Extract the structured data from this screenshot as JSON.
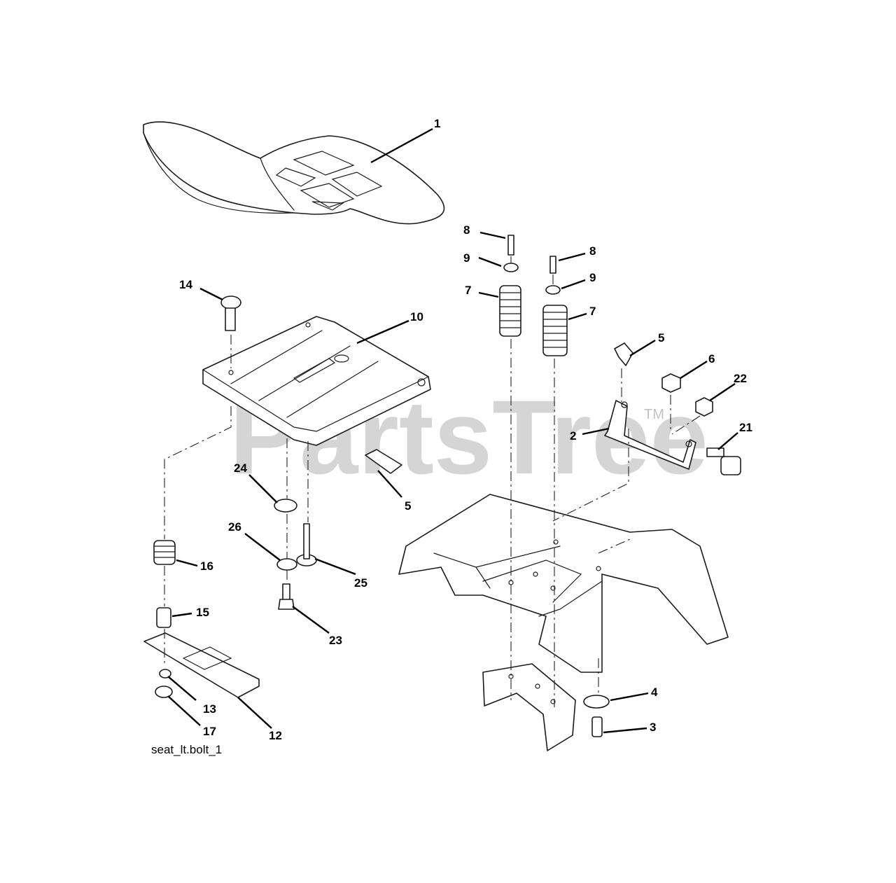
{
  "watermark": {
    "text": "PartsTree",
    "trademark": "TM"
  },
  "caption": "seat_lt.bolt_1",
  "callouts": [
    {
      "id": "c1",
      "label": "1"
    },
    {
      "id": "c14",
      "label": "14"
    },
    {
      "id": "c10",
      "label": "10"
    },
    {
      "id": "c8a",
      "label": "8"
    },
    {
      "id": "c9a",
      "label": "9"
    },
    {
      "id": "c7a",
      "label": "7"
    },
    {
      "id": "c8b",
      "label": "8"
    },
    {
      "id": "c9b",
      "label": "9"
    },
    {
      "id": "c7b",
      "label": "7"
    },
    {
      "id": "c5a",
      "label": "5"
    },
    {
      "id": "c6",
      "label": "6"
    },
    {
      "id": "c22",
      "label": "22"
    },
    {
      "id": "c2",
      "label": "2"
    },
    {
      "id": "c21",
      "label": "21"
    },
    {
      "id": "c24",
      "label": "24"
    },
    {
      "id": "c5b",
      "label": "5"
    },
    {
      "id": "c26",
      "label": "26"
    },
    {
      "id": "c25",
      "label": "25"
    },
    {
      "id": "c16",
      "label": "16"
    },
    {
      "id": "c15",
      "label": "15"
    },
    {
      "id": "c23",
      "label": "23"
    },
    {
      "id": "c4",
      "label": "4"
    },
    {
      "id": "c3",
      "label": "3"
    },
    {
      "id": "c13",
      "label": "13"
    },
    {
      "id": "c12",
      "label": "12"
    },
    {
      "id": "c17",
      "label": "17"
    }
  ]
}
